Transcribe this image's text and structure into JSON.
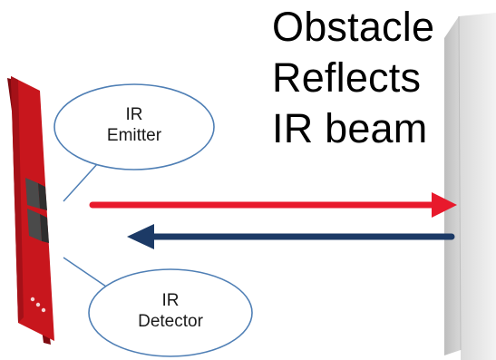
{
  "labels": {
    "emitter": {
      "line1": "IR",
      "line2": "Emitter"
    },
    "detector": {
      "line1": "IR",
      "line2": "Detector"
    }
  },
  "obstacle_caption": {
    "line1": "Obstacle",
    "line2": "Reflects",
    "line3": "IR beam"
  },
  "colors": {
    "board": "#c8161d",
    "board_dark": "#8d0d12",
    "sensor": "#4a4a4a",
    "emitted_beam": "#e8192c",
    "reflected_beam": "#1c3a66",
    "ellipse_stroke": "#4f7fb5",
    "obstacle_front": "#ececec",
    "obstacle_side": "#cfcfcf"
  }
}
